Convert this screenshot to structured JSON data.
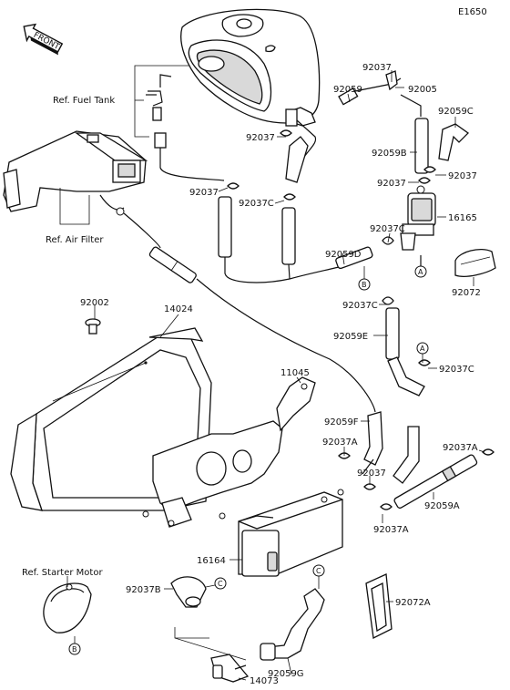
{
  "diagram_code": "E1650",
  "front_arrow": "FRONT",
  "refs": {
    "fuel_tank": "Ref. Fuel Tank",
    "air_filter": "Ref. Air Filter",
    "starter_motor": "Ref. Starter Motor"
  },
  "parts": {
    "p92037_top": "92037",
    "p92059_top": "92059",
    "p92005": "92005",
    "p92059C": "92059C",
    "p92037_tank": "92037",
    "p92059B": "92059B",
    "p92037_right": "92037",
    "p92037_filter": "92037",
    "p92037_left": "92037",
    "p92037C_mid": "92037C",
    "p16165": "16165",
    "p92037C_fp": "92037C",
    "p92059D": "92059D",
    "p92072": "92072",
    "p92002": "92002",
    "p14024": "14024",
    "p92037C_lower": "92037C",
    "p92059E": "92059E",
    "p92037C_A": "92037C",
    "p11045": "11045",
    "p92059F": "92059F",
    "p92037A_mid": "92037A",
    "p92037A_right": "92037A",
    "p92037_canister": "92037",
    "p92059A": "92059A",
    "p92037A_bottom": "92037A",
    "p16164": "16164",
    "p92037B": "92037B",
    "p92072A": "92072A",
    "p92059G": "92059G",
    "p14073": "14073"
  },
  "callouts": {
    "A": "A",
    "B": "B",
    "C": "C"
  }
}
